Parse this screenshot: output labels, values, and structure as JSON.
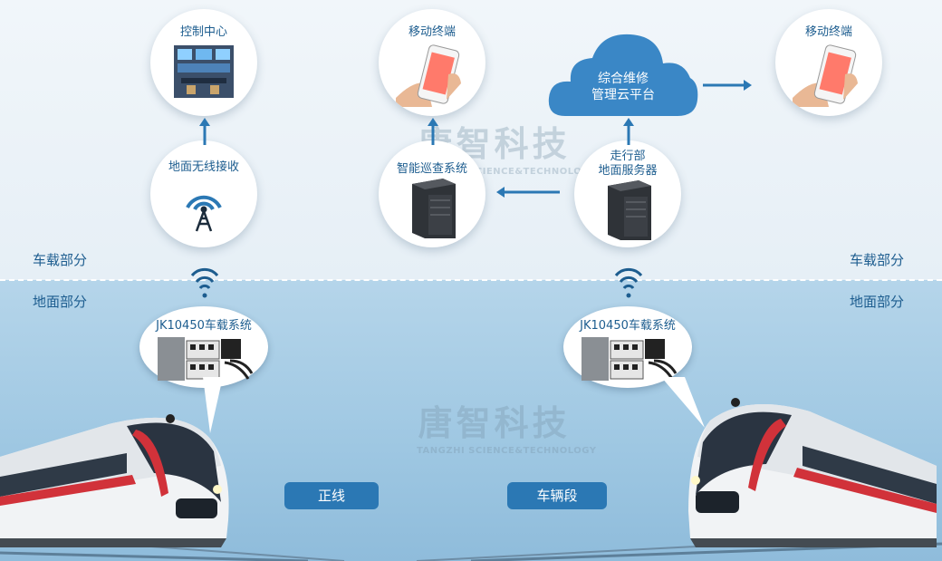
{
  "sections": {
    "vehicle_label": "车载部分",
    "ground_label": "地面部分"
  },
  "nodes": {
    "control_center": "控制中心",
    "mobile_terminal_1": "移动终端",
    "mobile_terminal_2": "移动终端",
    "ground_receiver": "地面无线接收",
    "inspection_system": "智能巡查系统",
    "depot_server": "走行部\n地面服务器"
  },
  "cloud": {
    "line1": "综合维修",
    "line2": "管理云平台"
  },
  "onboard": {
    "left": "JK10450车载系统",
    "right": "JK10450车载系统"
  },
  "tracks": {
    "main_line": "正线",
    "depot": "车辆段"
  },
  "watermark": {
    "cn": "唐智科技",
    "en": "TANGZHI SCIENCE&TECHNOLOGY",
    "logo": "TANGZHI"
  },
  "colors": {
    "accent": "#2b78b4",
    "text": "#1d5d8f"
  }
}
